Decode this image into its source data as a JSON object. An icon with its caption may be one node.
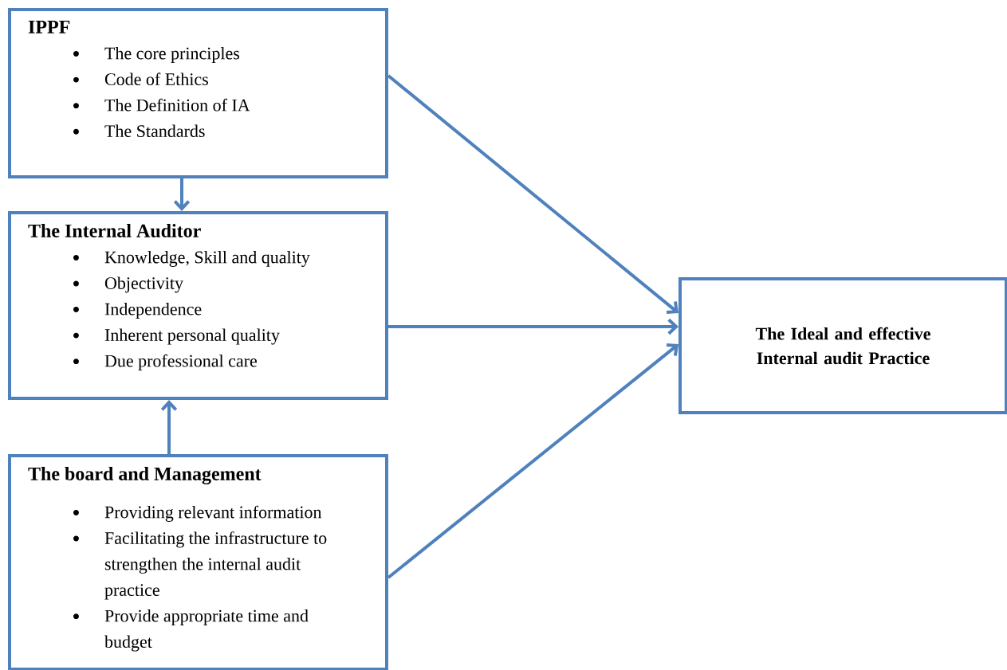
{
  "diagram": {
    "nodes": [
      {
        "text": [
          "IPPF",
          "The core principles",
          "Code of Ethics",
          "The Definition of IA",
          "The Standards"
        ]
      },
      {
        "text": [
          "The Internal Auditor",
          "Knowledge, Skill and quality",
          "Objectivity",
          "Independence",
          "Inherent personal quality",
          "Due professional care"
        ]
      },
      {
        "text": [
          "The board and Management",
          "Providing relevant information",
          "Facilitating the infrastructure to strengthen the internal audit practice",
          "Provide appropriate time and budget"
        ]
      },
      {
        "text": [
          "The Ideal and effective Internal audit Practice"
        ]
      }
    ],
    "edges": [
      {
        "from": 0,
        "to": 1,
        "arrow": "to"
      },
      {
        "from": 2,
        "to": 1,
        "arrow": "to"
      },
      {
        "from": 0,
        "to": 3,
        "arrow": "to"
      },
      {
        "from": 1,
        "to": 3,
        "arrow": "to"
      },
      {
        "from": 2,
        "to": 3,
        "arrow": "to"
      }
    ]
  }
}
